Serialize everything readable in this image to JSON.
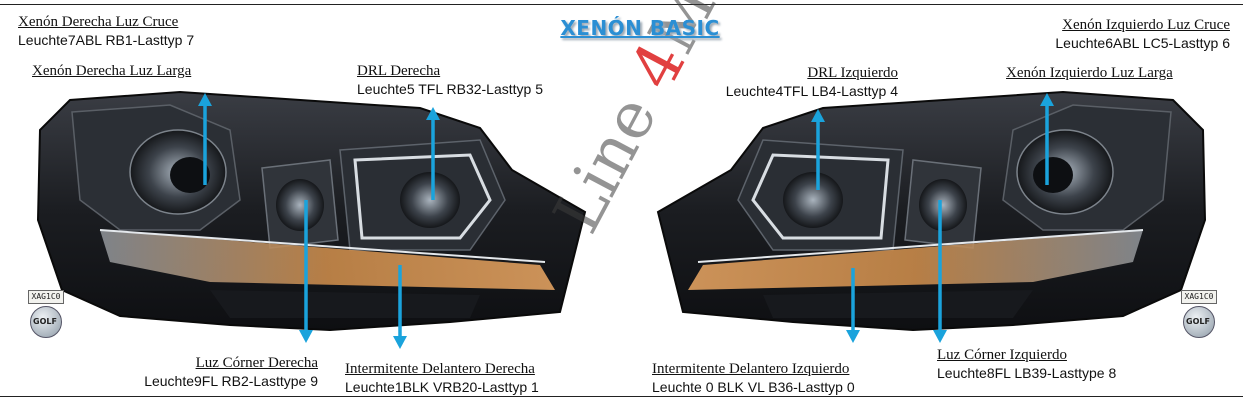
{
  "title": "XENÓN BASIC",
  "watermark": {
    "pre": "Line ",
    "four": "4",
    "post": "Motion"
  },
  "plates": {
    "left": "XAG1C0",
    "right": "XAG1C0"
  },
  "badges": {
    "left": "GOLF",
    "right": "GOLF"
  },
  "labels": {
    "r_low": {
      "title": "Xenón Derecha Luz Cruce",
      "sub": "Leuchte7ABL RB1-Lasttyp 7"
    },
    "r_high": {
      "title": "Xenón Derecha Luz Larga",
      "sub": ""
    },
    "r_drl": {
      "title": "DRL Derecha",
      "sub": "Leuchte5 TFL RB32-Lasttyp 5"
    },
    "r_corner": {
      "title": "Luz Córner Derecha",
      "sub": "Leuchte9FL RB2-Lasttype 9"
    },
    "r_turn": {
      "title": "Intermitente Delantero Derecha",
      "sub": "Leuchte1BLK VRB20-Lasttyp 1"
    },
    "l_low": {
      "title": "Xenón Izquierdo Luz Cruce",
      "sub": "Leuchte6ABL LC5-Lasttyp 6"
    },
    "l_high": {
      "title": "Xenón Izquierdo Luz Larga",
      "sub": ""
    },
    "l_drl": {
      "title": "DRL Izquierdo",
      "sub": "Leuchte4TFL LB4-Lasttyp 4"
    },
    "l_corner": {
      "title": "Luz Córner Izquierdo",
      "sub": "Leuchte8FL LB39-Lasttype 8"
    },
    "l_turn": {
      "title": "Intermitente Delantero Izquierdo",
      "sub": "Leuchte 0 BLK VL B36-Lasttyp 0"
    }
  },
  "colors": {
    "arrow": "#1aa3dc",
    "title": "#2b8fd4",
    "housing": "#1b1d21",
    "amber": "#c98a4a"
  }
}
